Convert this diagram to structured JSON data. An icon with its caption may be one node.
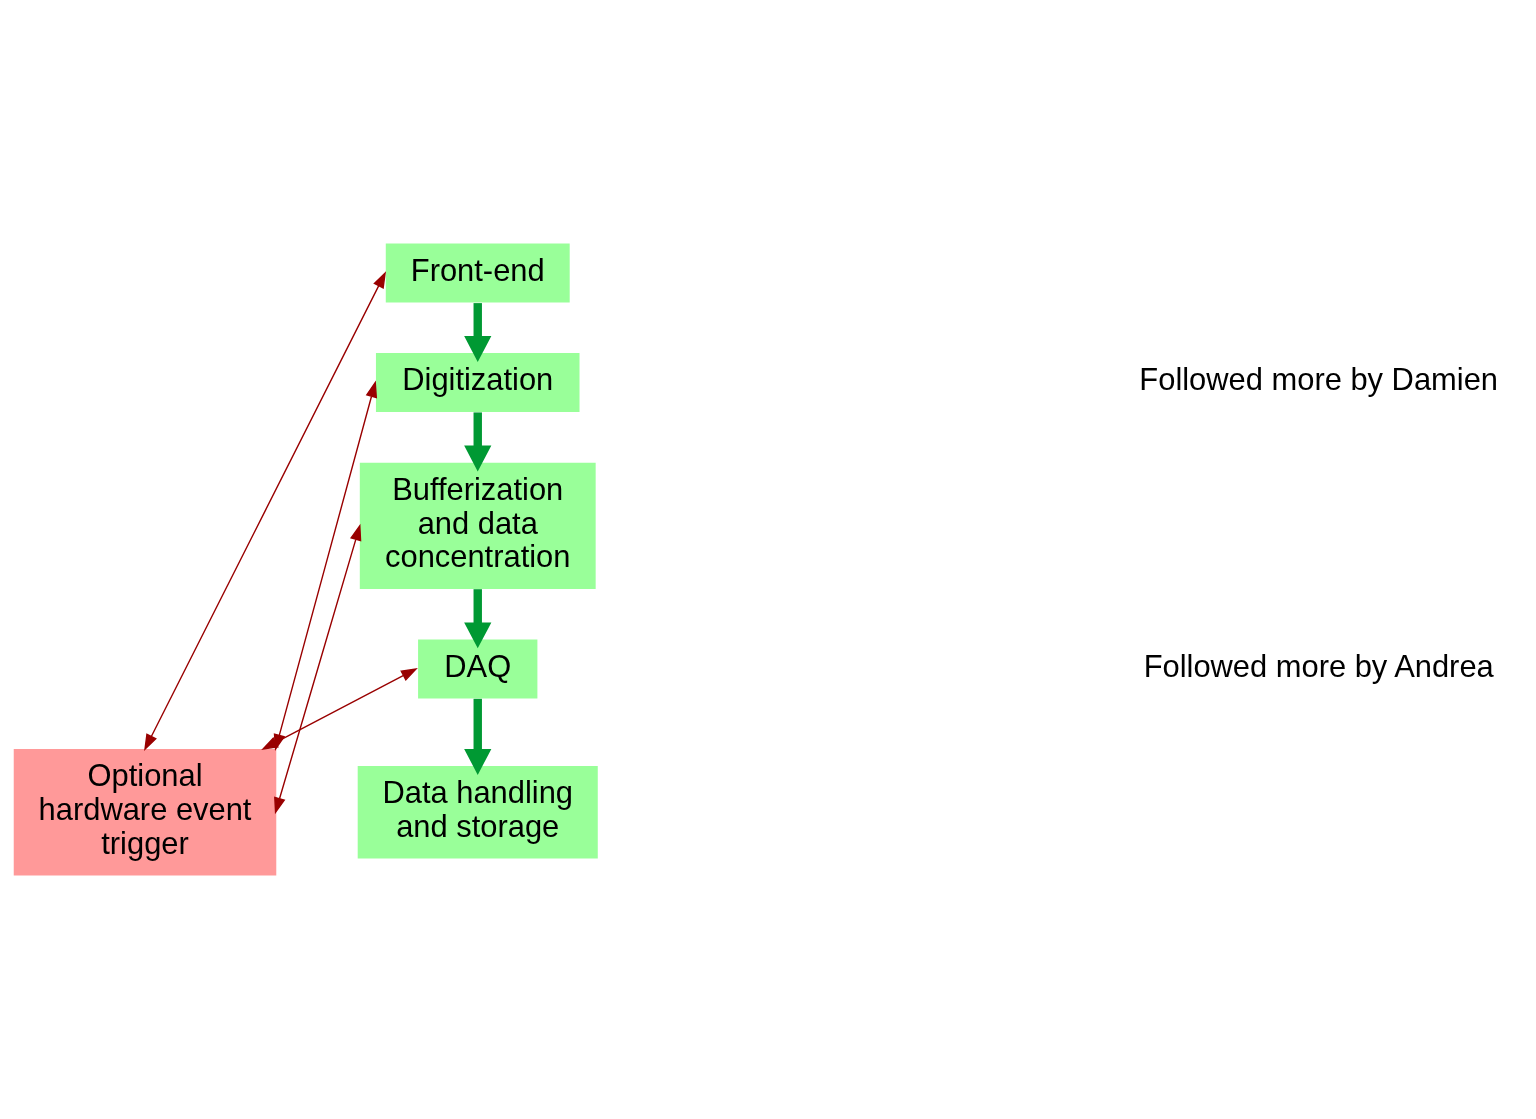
{
  "diagram": {
    "nodes": [
      {
        "text": [
          "Front-end"
        ]
      },
      {
        "text": [
          "Digitization"
        ]
      },
      {
        "text": [
          "Bufferization and data concentration"
        ]
      },
      {
        "text": [
          "DAQ"
        ]
      },
      {
        "text": [
          "Data handling and storage"
        ]
      },
      {
        "text": [
          "Optional hardware event trigger"
        ]
      }
    ],
    "edges": [
      {
        "from": 0,
        "to": 1,
        "arrow": "to",
        "style": "thick",
        "color": "#009933"
      },
      {
        "from": 1,
        "to": 2,
        "arrow": "to",
        "style": "thick",
        "color": "#009933"
      },
      {
        "from": 2,
        "to": 3,
        "arrow": "to",
        "style": "thick",
        "color": "#009933"
      },
      {
        "from": 3,
        "to": 4,
        "arrow": "to",
        "style": "thick",
        "color": "#009933"
      },
      {
        "from": 5,
        "to": 0,
        "arrow": "both",
        "color": "#990000"
      },
      {
        "from": 5,
        "to": 1,
        "arrow": "both",
        "color": "#990000"
      },
      {
        "from": 5,
        "to": 2,
        "arrow": "both",
        "color": "#990000"
      },
      {
        "from": 5,
        "to": 3,
        "arrow": "both",
        "color": "#990000"
      }
    ],
    "labels": [
      "Followed more by Damien",
      "Followed more by Andrea"
    ]
  }
}
